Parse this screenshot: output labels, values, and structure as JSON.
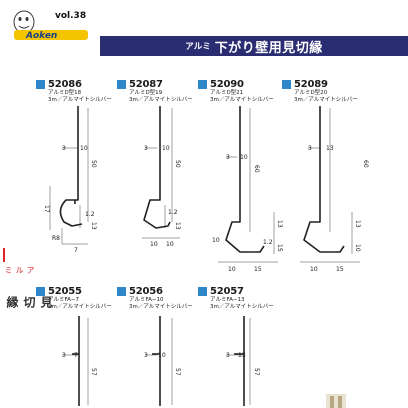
{
  "header": {
    "vol": "vol.38",
    "logo_text": "Aoken",
    "title_prefix": "アルミ",
    "title_main": "下がり壁用見切縁"
  },
  "sidebar": {
    "small": "アルミ",
    "big": "見切縁"
  },
  "products": [
    {
      "code": "52086",
      "name": "アルミD型18",
      "spec": "3m／アルマイトシルバー",
      "dims": {
        "top": "3",
        "mid": "10",
        "height": "50",
        "lip": "17",
        "gap": "1.2",
        "bottom": "7",
        "radius": "R8",
        "side": "13"
      }
    },
    {
      "code": "52087",
      "name": "アルミD型19",
      "spec": "3m／アルマイトシルバー",
      "dims": {
        "top": "3",
        "mid": "10",
        "height": "50",
        "gap": "1.2",
        "side": "13",
        "b1": "10",
        "b2": "10"
      }
    },
    {
      "code": "52090",
      "name": "アルミD型21",
      "spec": "3m／アルマイトシルバー",
      "dims": {
        "top": "3",
        "mid": "10",
        "height": "60",
        "side": "13",
        "gap": "1.2",
        "b1": "10",
        "b2": "15",
        "v1": "15",
        "v2": "10"
      }
    },
    {
      "code": "52089",
      "name": "アルミD型20",
      "spec": "3m／アルマイトシルバー",
      "dims": {
        "top": "3",
        "mid": "13",
        "height": "60",
        "side": "13",
        "b1": "10",
        "b2": "15",
        "v1": "10"
      }
    },
    {
      "code": "52055",
      "name": "アルミFA−7",
      "spec": "3m／アルマイトシルバー",
      "dims": {
        "top": "3",
        "mid": "7",
        "height": "57"
      }
    },
    {
      "code": "52056",
      "name": "アルミFA−10",
      "spec": "3m／アルマイトシルバー",
      "dims": {
        "top": "3",
        "mid": "10",
        "height": "57"
      }
    },
    {
      "code": "52057",
      "name": "アルミFA−13",
      "spec": "3m／アルマイトシルバー",
      "dims": {
        "top": "3",
        "mid": "13",
        "height": "57"
      }
    }
  ]
}
